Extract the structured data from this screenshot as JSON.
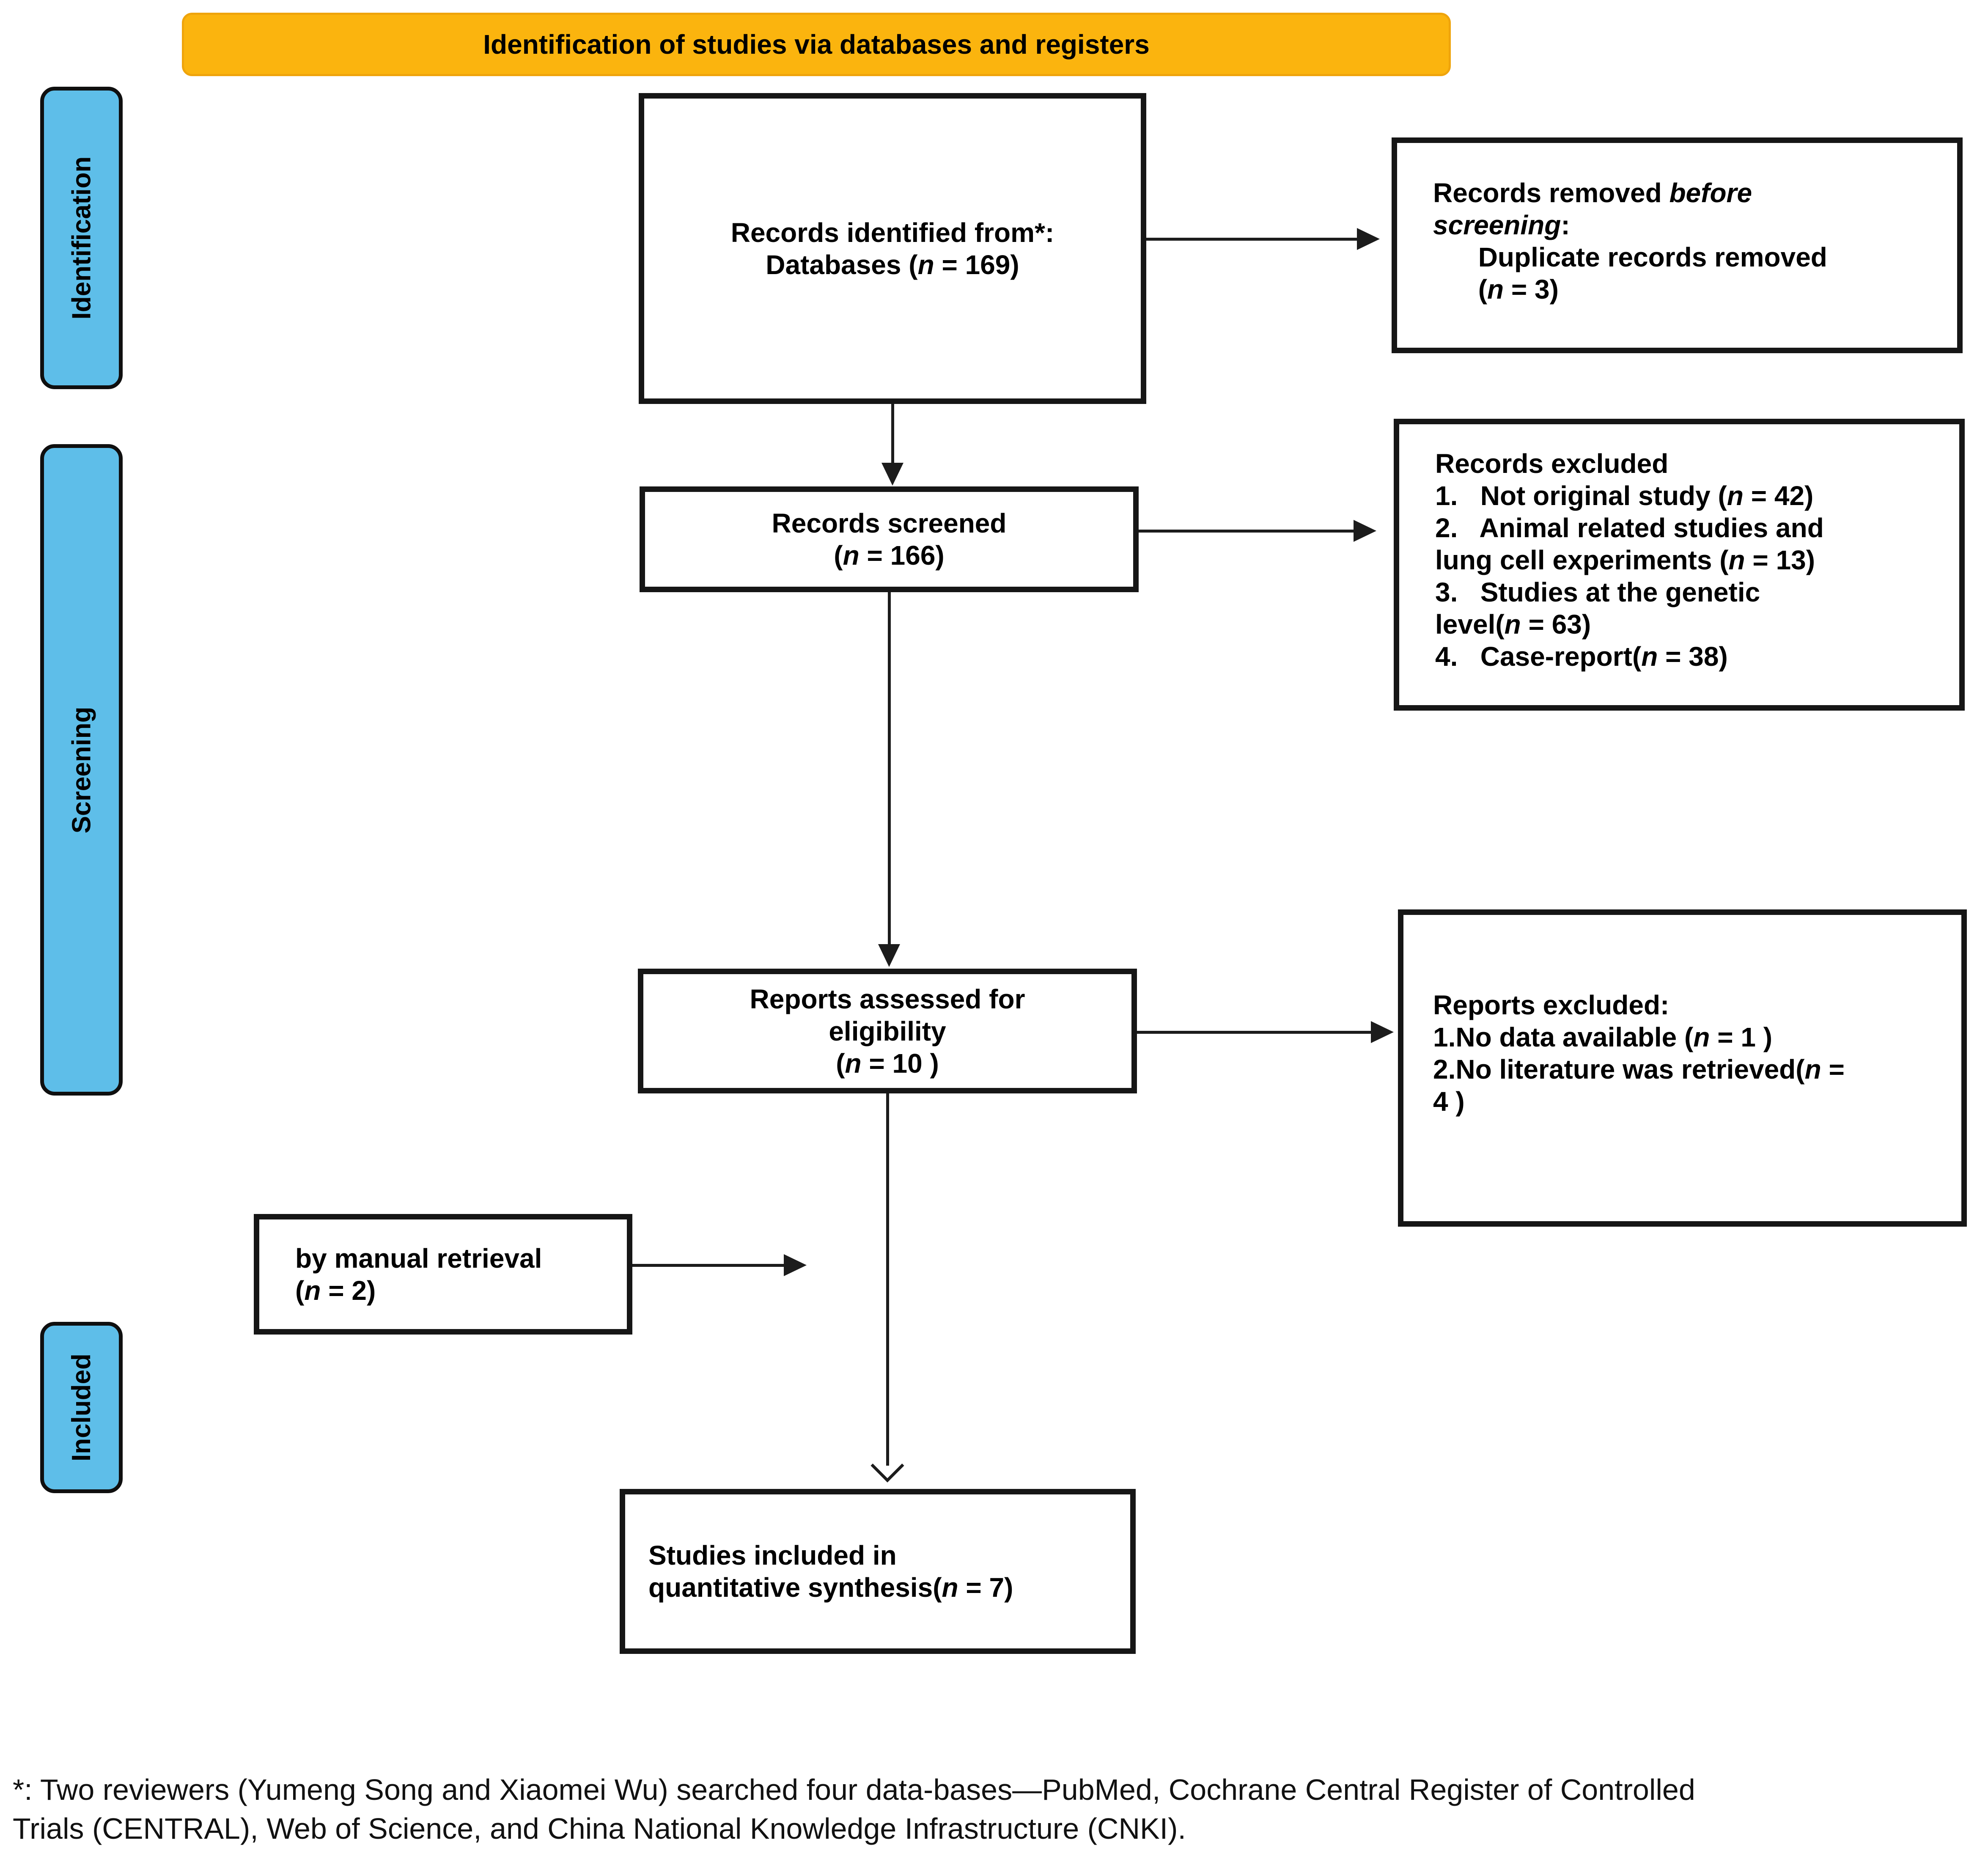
{
  "banner": {
    "title": "Identification of studies via databases and registers"
  },
  "stages": {
    "identification": {
      "label": "Identification"
    },
    "screening": {
      "label": "Screening"
    },
    "included": {
      "label": "Included"
    }
  },
  "boxes": {
    "identified": {
      "lines": [
        {
          "pre": "Records identified from*:"
        },
        {
          "pre": "Databases (",
          "n": "n",
          "post": " = 169)"
        }
      ]
    },
    "removed": {
      "lines": [
        {
          "pre": "Records removed ",
          "em": "before"
        },
        {
          "em": "screening",
          "post": ":"
        },
        {
          "pre": "      Duplicate records removed"
        },
        {
          "pre": "      (",
          "n": "n",
          "post": " = 3)"
        }
      ]
    },
    "screened": {
      "lines": [
        {
          "pre": "Records screened"
        },
        {
          "pre": "(",
          "n": "n",
          "post": " = 166)"
        }
      ]
    },
    "excluded": {
      "lines": [
        {
          "pre": "Records excluded"
        },
        {
          "pre": "1.   Not original study (",
          "n": "n",
          "post": " = 42)"
        },
        {
          "pre": "2.   Animal related studies and"
        },
        {
          "pre": "lung cell experiments (",
          "n": "n",
          "post": " = 13)"
        },
        {
          "pre": "3.   Studies at the genetic"
        },
        {
          "pre": "level(",
          "n": "n",
          "post": " = 63)"
        },
        {
          "pre": "4.   Case-report(",
          "n": "n",
          "post": " = 38)"
        }
      ]
    },
    "assessed": {
      "lines": [
        {
          "pre": "Reports assessed for"
        },
        {
          "pre": "eligibility"
        },
        {
          "pre": "(",
          "n": "n",
          "post": " = 10 )"
        }
      ]
    },
    "reports_excluded": {
      "lines": [
        {
          "pre": "Reports excluded:"
        },
        {
          "pre": "1.No data available (",
          "n": "n",
          "post": " = 1 )"
        },
        {
          "pre": "2.No literature was retrieved(",
          "n": "n",
          "post": " ="
        },
        {
          "pre": "4 )"
        }
      ]
    },
    "manual": {
      "lines": [
        {
          "pre": "by manual retrieval"
        },
        {
          "pre": "(",
          "n": "n",
          "post": " = 2)"
        }
      ]
    },
    "included": {
      "lines": [
        {
          "pre": "Studies included in"
        },
        {
          "pre": "quantitative synthesis(",
          "n": "n",
          "post": " = 7)"
        }
      ]
    }
  },
  "footer": {
    "line1": "*: Two reviewers (Yumeng Song and Xiaomei Wu) searched four data-bases—PubMed, Cochrane Central Register of Controlled",
    "line2": "Trials (CENTRAL), Web of Science, and China National Knowledge Infrastructure (CNKI)."
  },
  "colors": {
    "banner_bg": "#FBB40E",
    "banner_border": "#EFA40C",
    "stage_bg": "#5EBEE9",
    "box_border": "#161616",
    "arrow": "#1C1C1C",
    "text": "#000000"
  }
}
